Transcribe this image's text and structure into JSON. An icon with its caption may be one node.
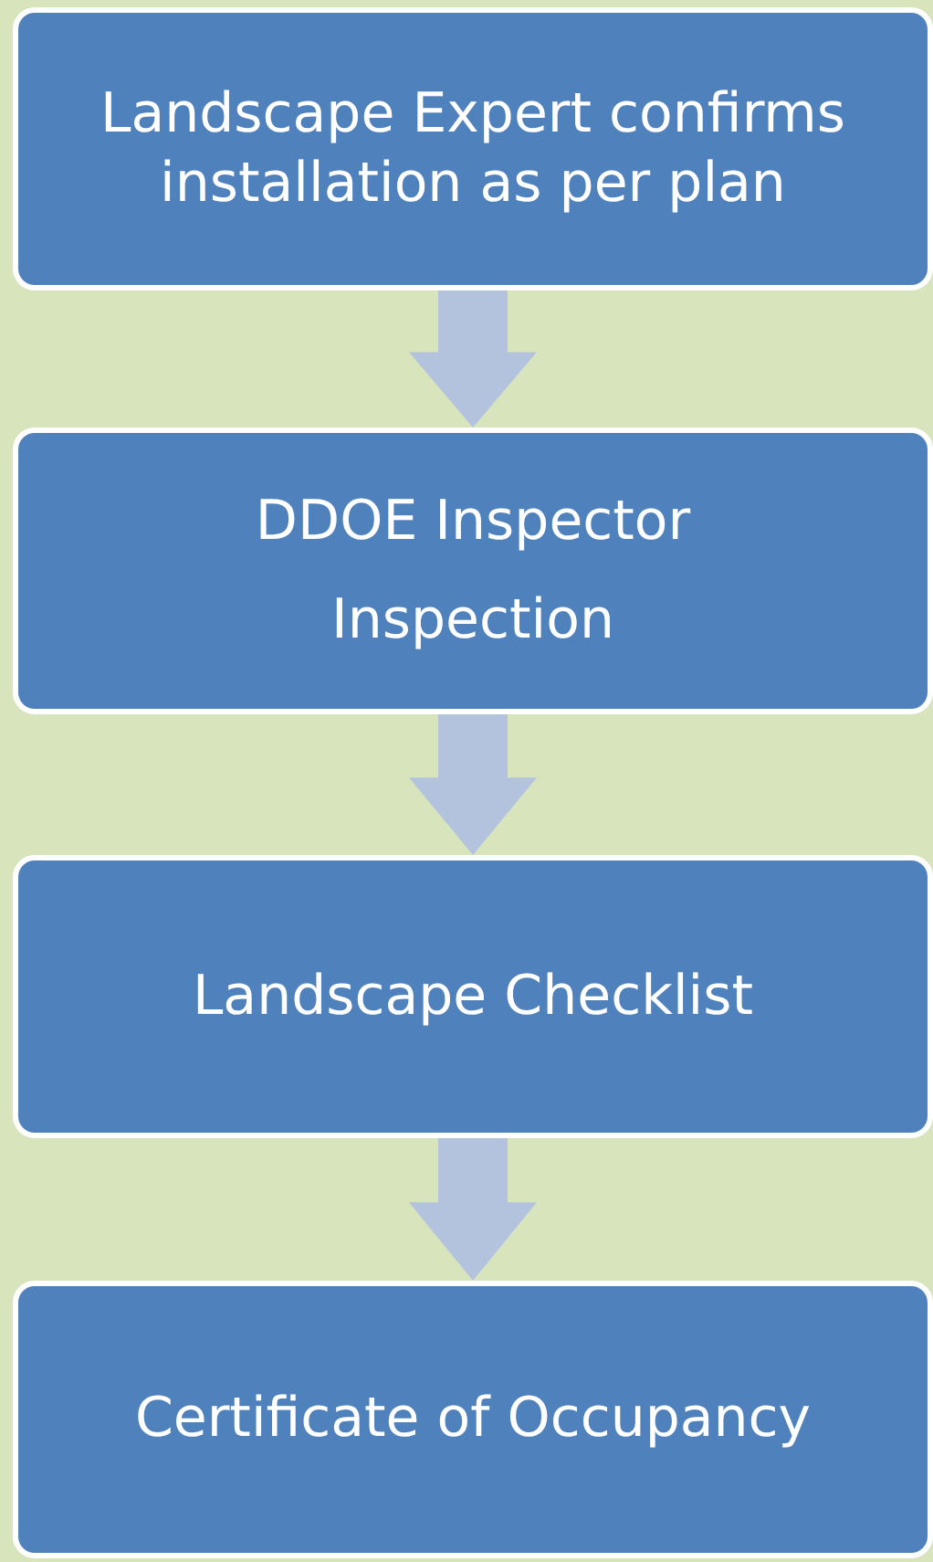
{
  "diagram": {
    "nodes": [
      {
        "text": [
          "Landscape Expert confirms installation as per plan"
        ]
      },
      {
        "text": [
          "DDOE Inspector",
          "Inspection"
        ]
      },
      {
        "text": [
          "Landscape Checklist"
        ]
      },
      {
        "text": [
          "Certificate of Occupancy"
        ]
      }
    ],
    "edges": [
      {
        "from": 0,
        "to": 1,
        "arrow": "to"
      },
      {
        "from": 1,
        "to": 2,
        "arrow": "to"
      },
      {
        "from": 2,
        "to": 3,
        "arrow": "to"
      }
    ]
  }
}
